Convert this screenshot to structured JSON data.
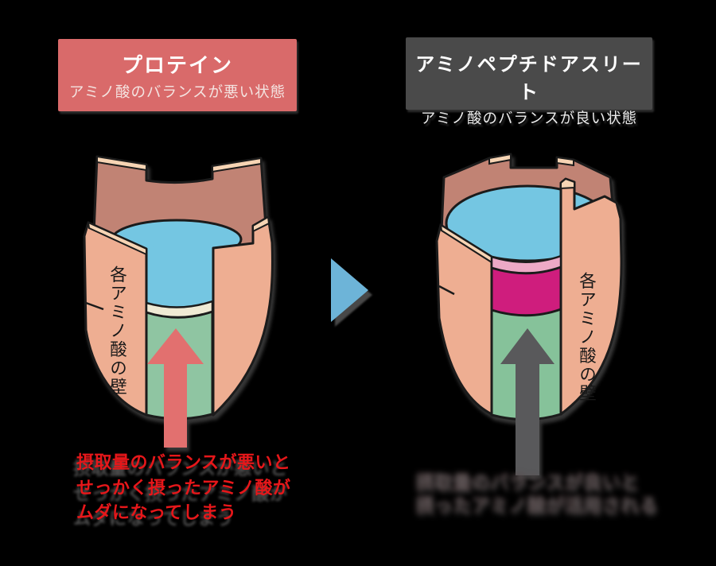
{
  "background_color": "#000000",
  "left": {
    "header": {
      "title": "プロテイン",
      "subtitle": "アミノ酸のバランスが悪い状態",
      "bg_color": "#d96a6a",
      "text_color": "#ffffff"
    },
    "barrel": {
      "wall_label": "各アミノ酸の壁",
      "water_color": "#74c6e2",
      "stave_outer_color": "#eeae92",
      "stave_inner_color": "#c18374",
      "stave_top_color": "#f6d4b4",
      "short_stave_color": "#8fc5a2",
      "short_stave_rim_color": "#efead4",
      "arrow_color": "#e2706f"
    },
    "caption": {
      "lines": [
        "摂取量のバランスが悪いと",
        "せっかく摂ったアミノ酸が",
        "ムダになってしまう"
      ],
      "color": "#e6171a"
    }
  },
  "transition_arrow": {
    "direction": "right",
    "color": "#6db4d8"
  },
  "right": {
    "header": {
      "title": "アミノペプチドアスリート",
      "subtitle": "アミノ酸のバランスが良い状態",
      "bg_color": "#4a4a4a",
      "text_color": "#ffffff"
    },
    "barrel": {
      "wall_label": "各アミノ酸の壁",
      "water_color": "#74c6e2",
      "stave_outer_color": "#eeae92",
      "stave_inner_color": "#c18374",
      "stave_top_color": "#f6d4b4",
      "short_stave_color": "#86c29a",
      "added_stave_color": "#cf1d7d",
      "added_stave_rim_color": "#eda9c6",
      "arrow_color": "#59595b"
    },
    "caption": {
      "appearance": "blurred shadow text",
      "lines": [
        "摂取量のバランスが良いと",
        "摂ったアミノ酸が活用される"
      ],
      "color": "#555555"
    }
  }
}
